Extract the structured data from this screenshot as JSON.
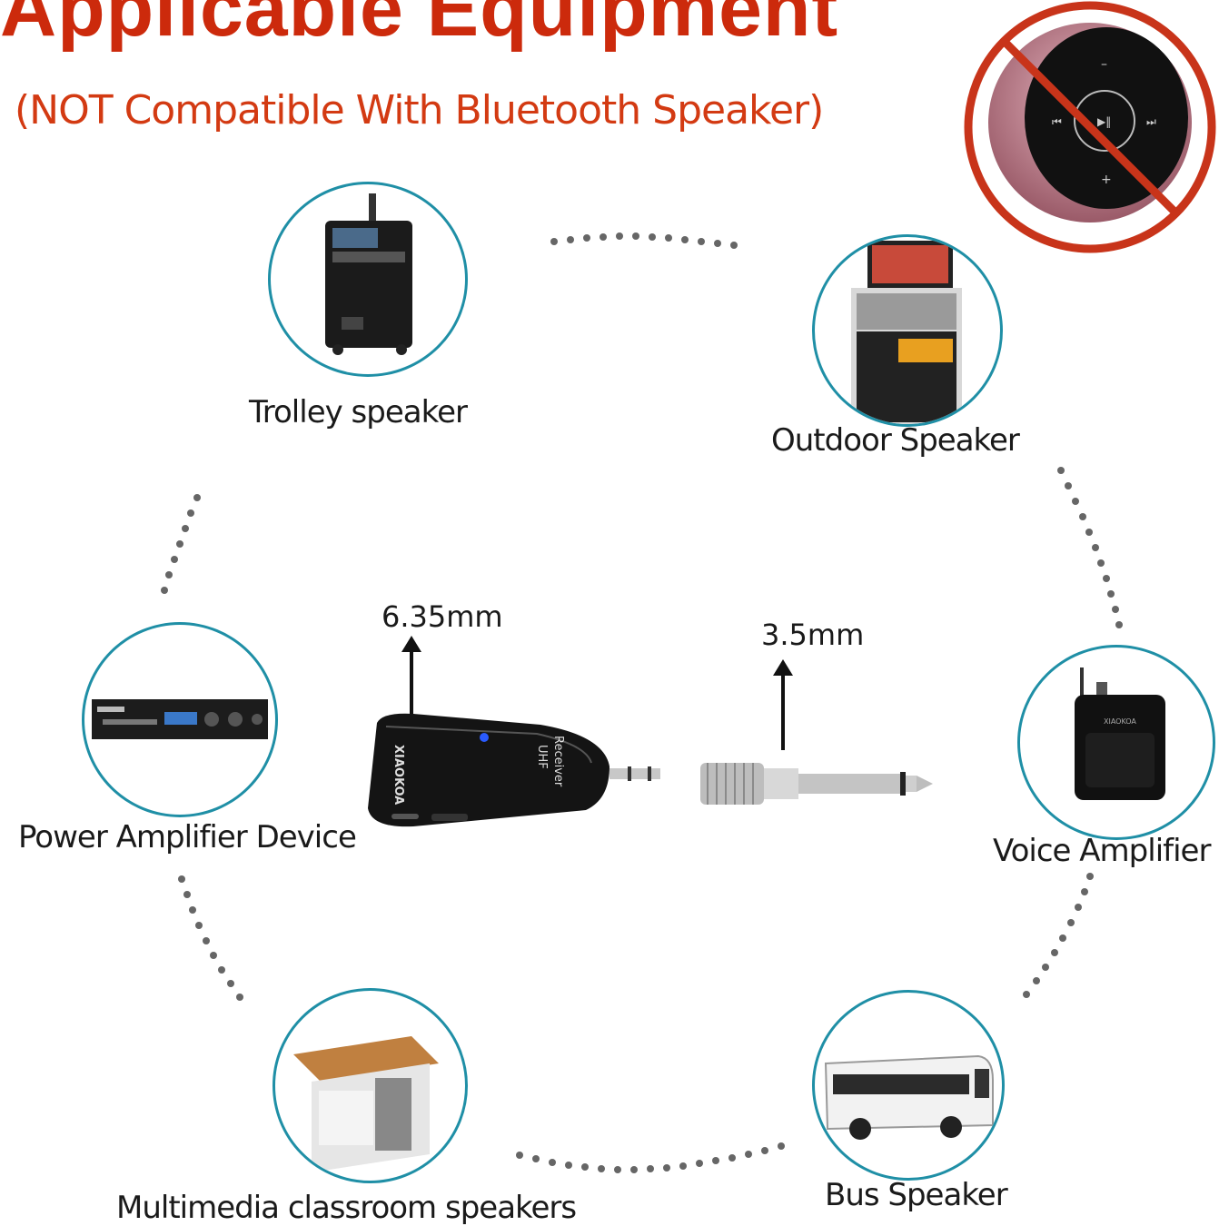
{
  "header": {
    "title": "Applicable Equipment",
    "subtitle": "(NOT Compatible With Bluetooth Speaker)"
  },
  "items": [
    {
      "label": "Trolley speaker"
    },
    {
      "label": "Outdoor Speaker"
    },
    {
      "label": "Power Amplifier Device"
    },
    {
      "label": "Voice Amplifier"
    },
    {
      "label": "Multimedia classroom speakers"
    },
    {
      "label": "Bus Speaker"
    }
  ],
  "product": {
    "jack_large": "6.35mm",
    "jack_small": "3.5mm",
    "brand": "XIAOKOA",
    "receiver_text": "Receiver",
    "uhf_text": "UHF",
    "amp_brand": "XIAOKOA"
  },
  "colors": {
    "title_red": "#cc2a0c",
    "circle_teal": "#1f8fa6",
    "prohibit_red": "#c8341a"
  }
}
